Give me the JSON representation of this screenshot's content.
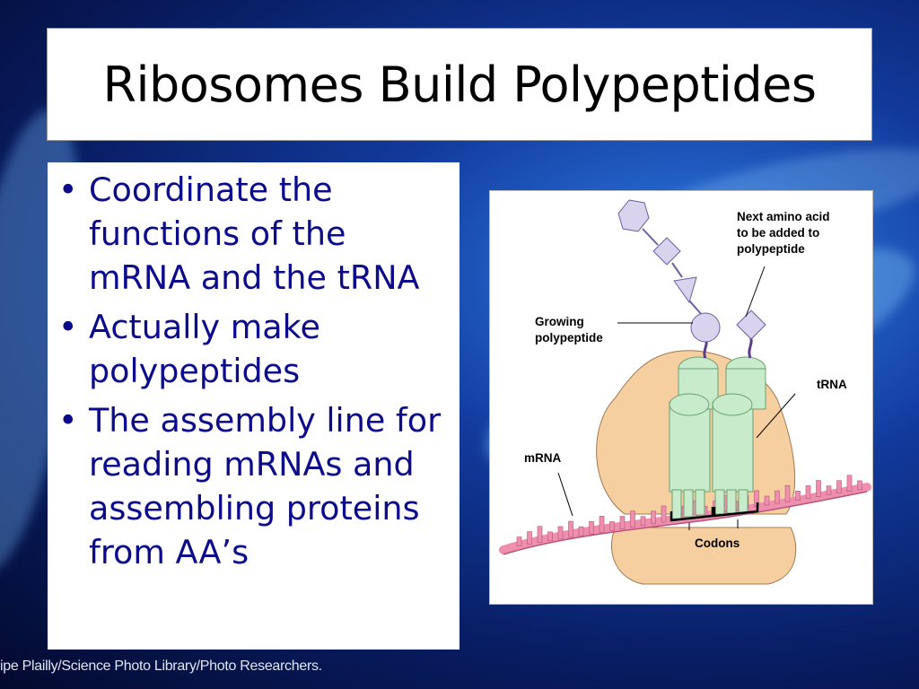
{
  "slide": {
    "title": "Ribosomes Build Polypeptides",
    "bullets": [
      "Coordinate the functions of the mRNA and the tRNA",
      "Actually make polypeptides",
      "The assembly line for reading mRNAs and assembling proteins from AA’s"
    ],
    "credit": "ipe Plailly/Science Photo Library/Photo Researchers."
  },
  "diagram": {
    "labels": {
      "next_amino_acid": [
        "Next amino acid",
        "to be added to",
        "polypeptide"
      ],
      "growing_polypeptide": [
        "Growing",
        "polypeptide"
      ],
      "trna": "tRNA",
      "mrna": "mRNA",
      "codons": "Codons"
    },
    "colors": {
      "ribosome": "#f6cfa0",
      "trna": "#c8ebcc",
      "mrna": "#ee8fae",
      "amino_acid": "#d9d3ee"
    }
  }
}
